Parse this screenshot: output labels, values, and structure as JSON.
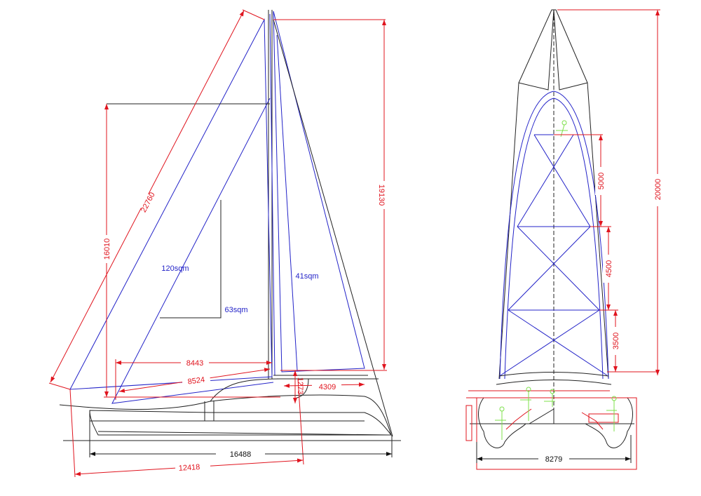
{
  "colors": {
    "dimension": "#e0141e",
    "sail": "#2323c8",
    "structure": "#222222",
    "figures": "#7ce04a"
  },
  "side_view": {
    "sail_areas": {
      "genoa": "120sqm",
      "staysail": "63sqm",
      "main": "41sqm"
    },
    "dimensions": {
      "luff": "22760",
      "fore_height": "16010",
      "mast_height": "19130",
      "foot_j": "8443",
      "foot_diag": "8524",
      "boom": "4309",
      "boom_height": "1273",
      "loa": "16488",
      "base": "12418"
    }
  },
  "front_view": {
    "dimensions": {
      "upper": "5000",
      "middle": "4500",
      "lower": "3500",
      "total_height": "20000",
      "beam": "8279"
    }
  }
}
